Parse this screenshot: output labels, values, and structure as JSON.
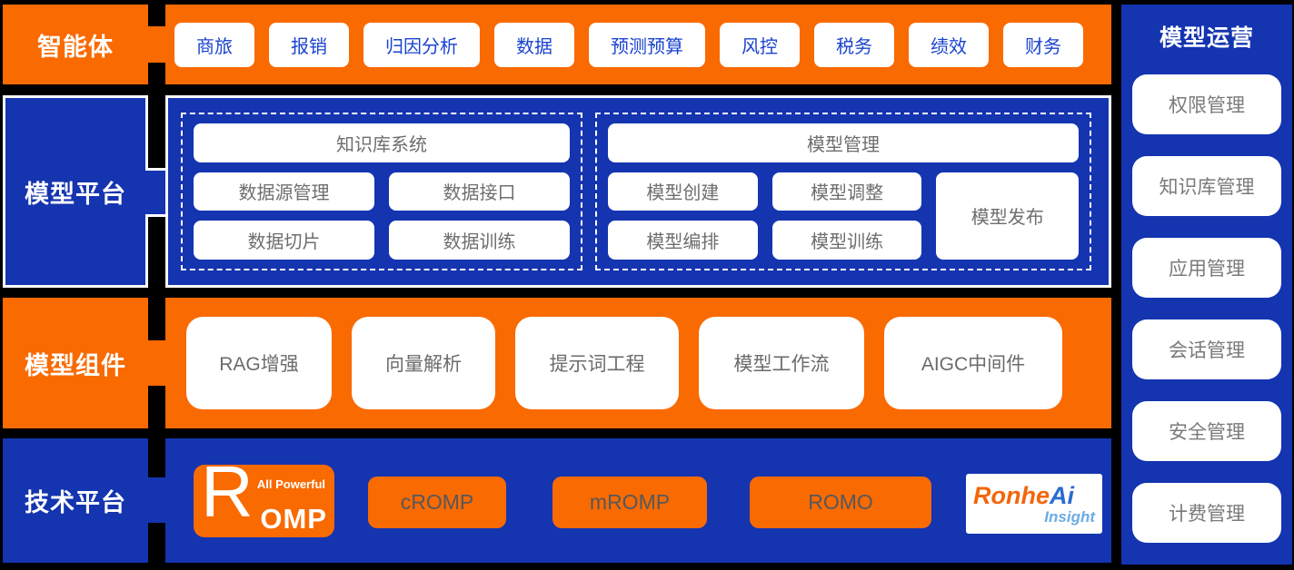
{
  "colors": {
    "orange": "#F96A00",
    "blue": "#1434B0",
    "chip_text_blue": "#1A43CF",
    "node_text_gray": "#6E6E6E",
    "background": "#000000",
    "white": "#FFFFFF"
  },
  "layers": {
    "agents": {
      "label": "智能体",
      "items": [
        "商旅",
        "报销",
        "归因分析",
        "数据",
        "预测预算",
        "风控",
        "税务",
        "绩效",
        "财务"
      ]
    },
    "model_platform": {
      "label": "模型平台",
      "knowledge_group": {
        "header": "知识库系统",
        "items": [
          "数据源管理",
          "数据接口",
          "数据切片",
          "数据训练"
        ]
      },
      "model_group": {
        "header": "模型管理",
        "items": [
          "模型创建",
          "模型调整",
          "模型编排",
          "模型训练"
        ],
        "tall_item": "模型发布"
      }
    },
    "model_components": {
      "label": "模型组件",
      "items": [
        "RAG增强",
        "向量解析",
        "提示词工程",
        "模型工作流",
        "AIGC中间件"
      ]
    },
    "tech_platform": {
      "label": "技术平台",
      "romp_logo": {
        "big_letter": "R",
        "tagline": "All Powerful",
        "rest": "OMP"
      },
      "items": [
        "cROMP",
        "mROMP",
        "ROMO"
      ],
      "ronhe_logo": {
        "brand_orange": "Ronhe",
        "brand_blue": "Ai",
        "subtitle": "Insight"
      }
    }
  },
  "sidebar": {
    "title": "模型运营",
    "items": [
      "权限管理",
      "知识库管理",
      "应用管理",
      "会话管理",
      "安全管理",
      "计费管理"
    ]
  }
}
